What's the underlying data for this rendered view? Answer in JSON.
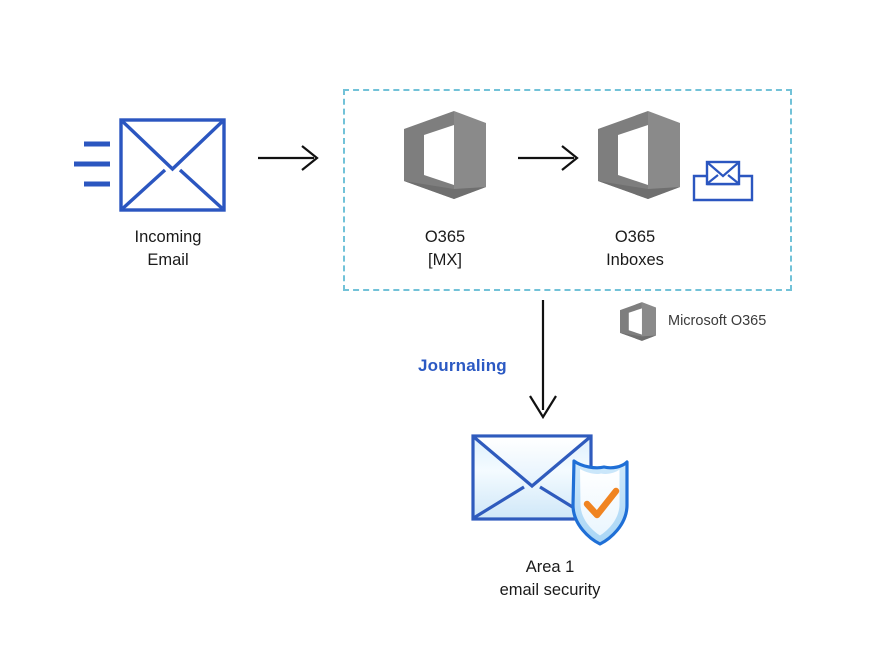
{
  "diagram": {
    "title": "O365 journaling to Area 1 email security flow",
    "background": "#ffffff",
    "colors": {
      "envelope_blue": "#2b56c0",
      "dashed_teal": "#72c2d8",
      "office_gray": "#808080",
      "office_gray_dark": "#6e6e6e",
      "arrow_black": "#111111",
      "journaling_blue": "#2b59c3",
      "shield_blue": "#1f6fd6",
      "shield_fill_light": "#d7ecfb",
      "check_orange": "#f08421",
      "caption_text": "#1a1a1a",
      "legend_text": "#3b3b3b"
    }
  },
  "nodes": {
    "incoming_email": {
      "label": "Incoming\nEmail",
      "icon": "incoming-email-envelope-icon"
    },
    "o365_mx": {
      "label": "O365\n[MX]",
      "icon": "office365-logo-icon"
    },
    "o365_inboxes": {
      "label": "O365\nInboxes",
      "icon": "office365-logo-icon",
      "badge_icon": "inbox-tray-envelope-icon"
    },
    "area1": {
      "label": "Area 1\nemail security",
      "icon": "shielded-envelope-icon"
    }
  },
  "group": {
    "name": "o365-boundary",
    "style": "dashed"
  },
  "edges": {
    "incoming_to_mx": {
      "name": "arrow-incoming-to-mx",
      "direction": "right"
    },
    "mx_to_inboxes": {
      "name": "arrow-mx-to-inboxes",
      "direction": "right"
    },
    "journaling": {
      "name": "arrow-journaling-down",
      "direction": "down",
      "label": "Journaling"
    }
  },
  "legend": {
    "label": "Microsoft O365",
    "icon": "office365-logo-icon"
  }
}
